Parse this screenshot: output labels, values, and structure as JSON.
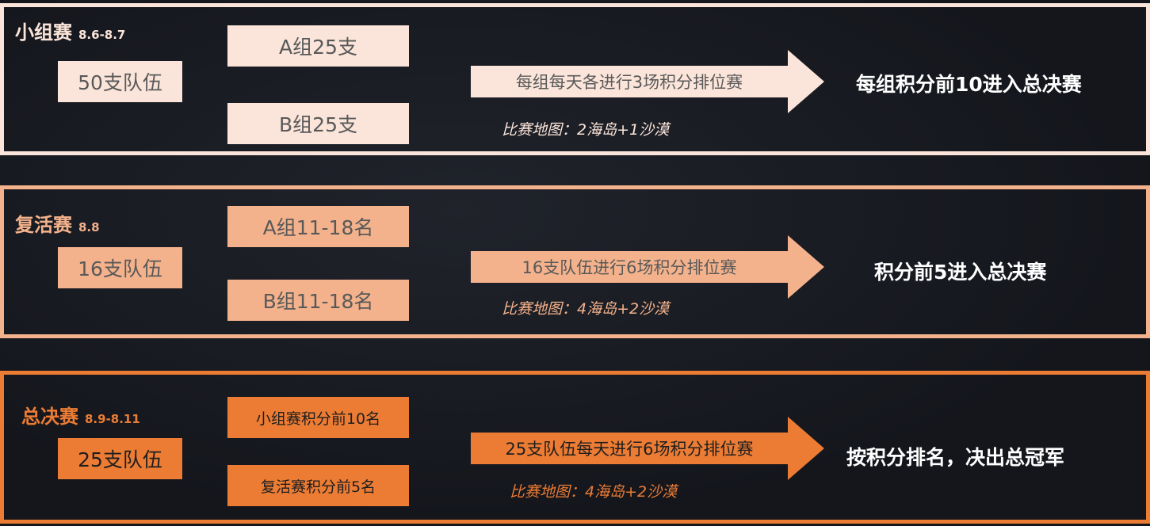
{
  "stages": [
    {
      "title": "小组赛",
      "date": "8.6-8.7",
      "teams": "50支队伍",
      "groups": [
        "A组25支",
        "B组25支"
      ],
      "process": "每组每天各进行3场积分排位赛",
      "map": "比赛地图：2海岛+1沙漠",
      "result": "每组积分前10进入总决赛",
      "color": "#fbe5da"
    },
    {
      "title": "复活赛",
      "date": "8.8",
      "teams": "16支队伍",
      "groups": [
        "A组11-18名",
        "B组11-18名"
      ],
      "process": "16支队伍进行6场积分排位赛",
      "map": "比赛地图：4海岛+2沙漠",
      "result": "积分前5进入总决赛",
      "color": "#f4b28c"
    },
    {
      "title": "总决赛",
      "date": "8.9-8.11",
      "teams": "25支队伍",
      "groups": [
        "小组赛积分前10名",
        "复活赛积分前5名"
      ],
      "process": "25支队伍每天进行6场积分排位赛",
      "map": "比赛地图：4海岛+2沙漠",
      "result": "按积分排名，决出总冠军",
      "color": "#ec7c34"
    }
  ],
  "background": "#14161c"
}
